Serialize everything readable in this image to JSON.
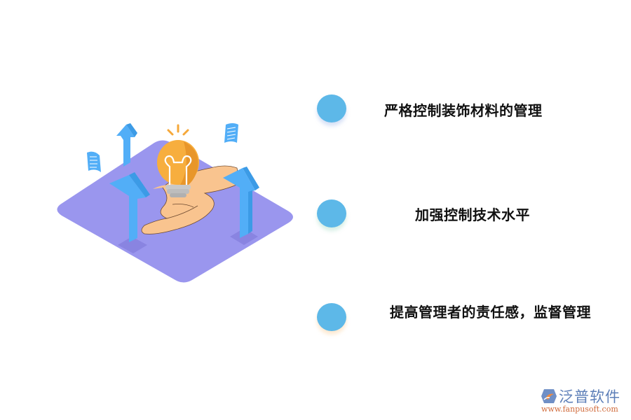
{
  "items": [
    {
      "label": "严格控制装饰材料的管理",
      "bullet_color": "#5db8e8"
    },
    {
      "label": "加强控制技术水平",
      "bullet_color": "#5db8e8"
    },
    {
      "label": "提高管理者的责任感，监督管理",
      "bullet_color": "#5db8e8"
    }
  ],
  "illustration": {
    "subject": "hand-holding-lightbulb-with-up-arrows",
    "platform_color": "#9a96ee",
    "arrow_color": "#52aef7",
    "bulb_color": "#f5a83a",
    "hand_color": "#f9c48f"
  },
  "logo": {
    "name": "泛普软件",
    "url": "www.fanpusoft.com"
  }
}
